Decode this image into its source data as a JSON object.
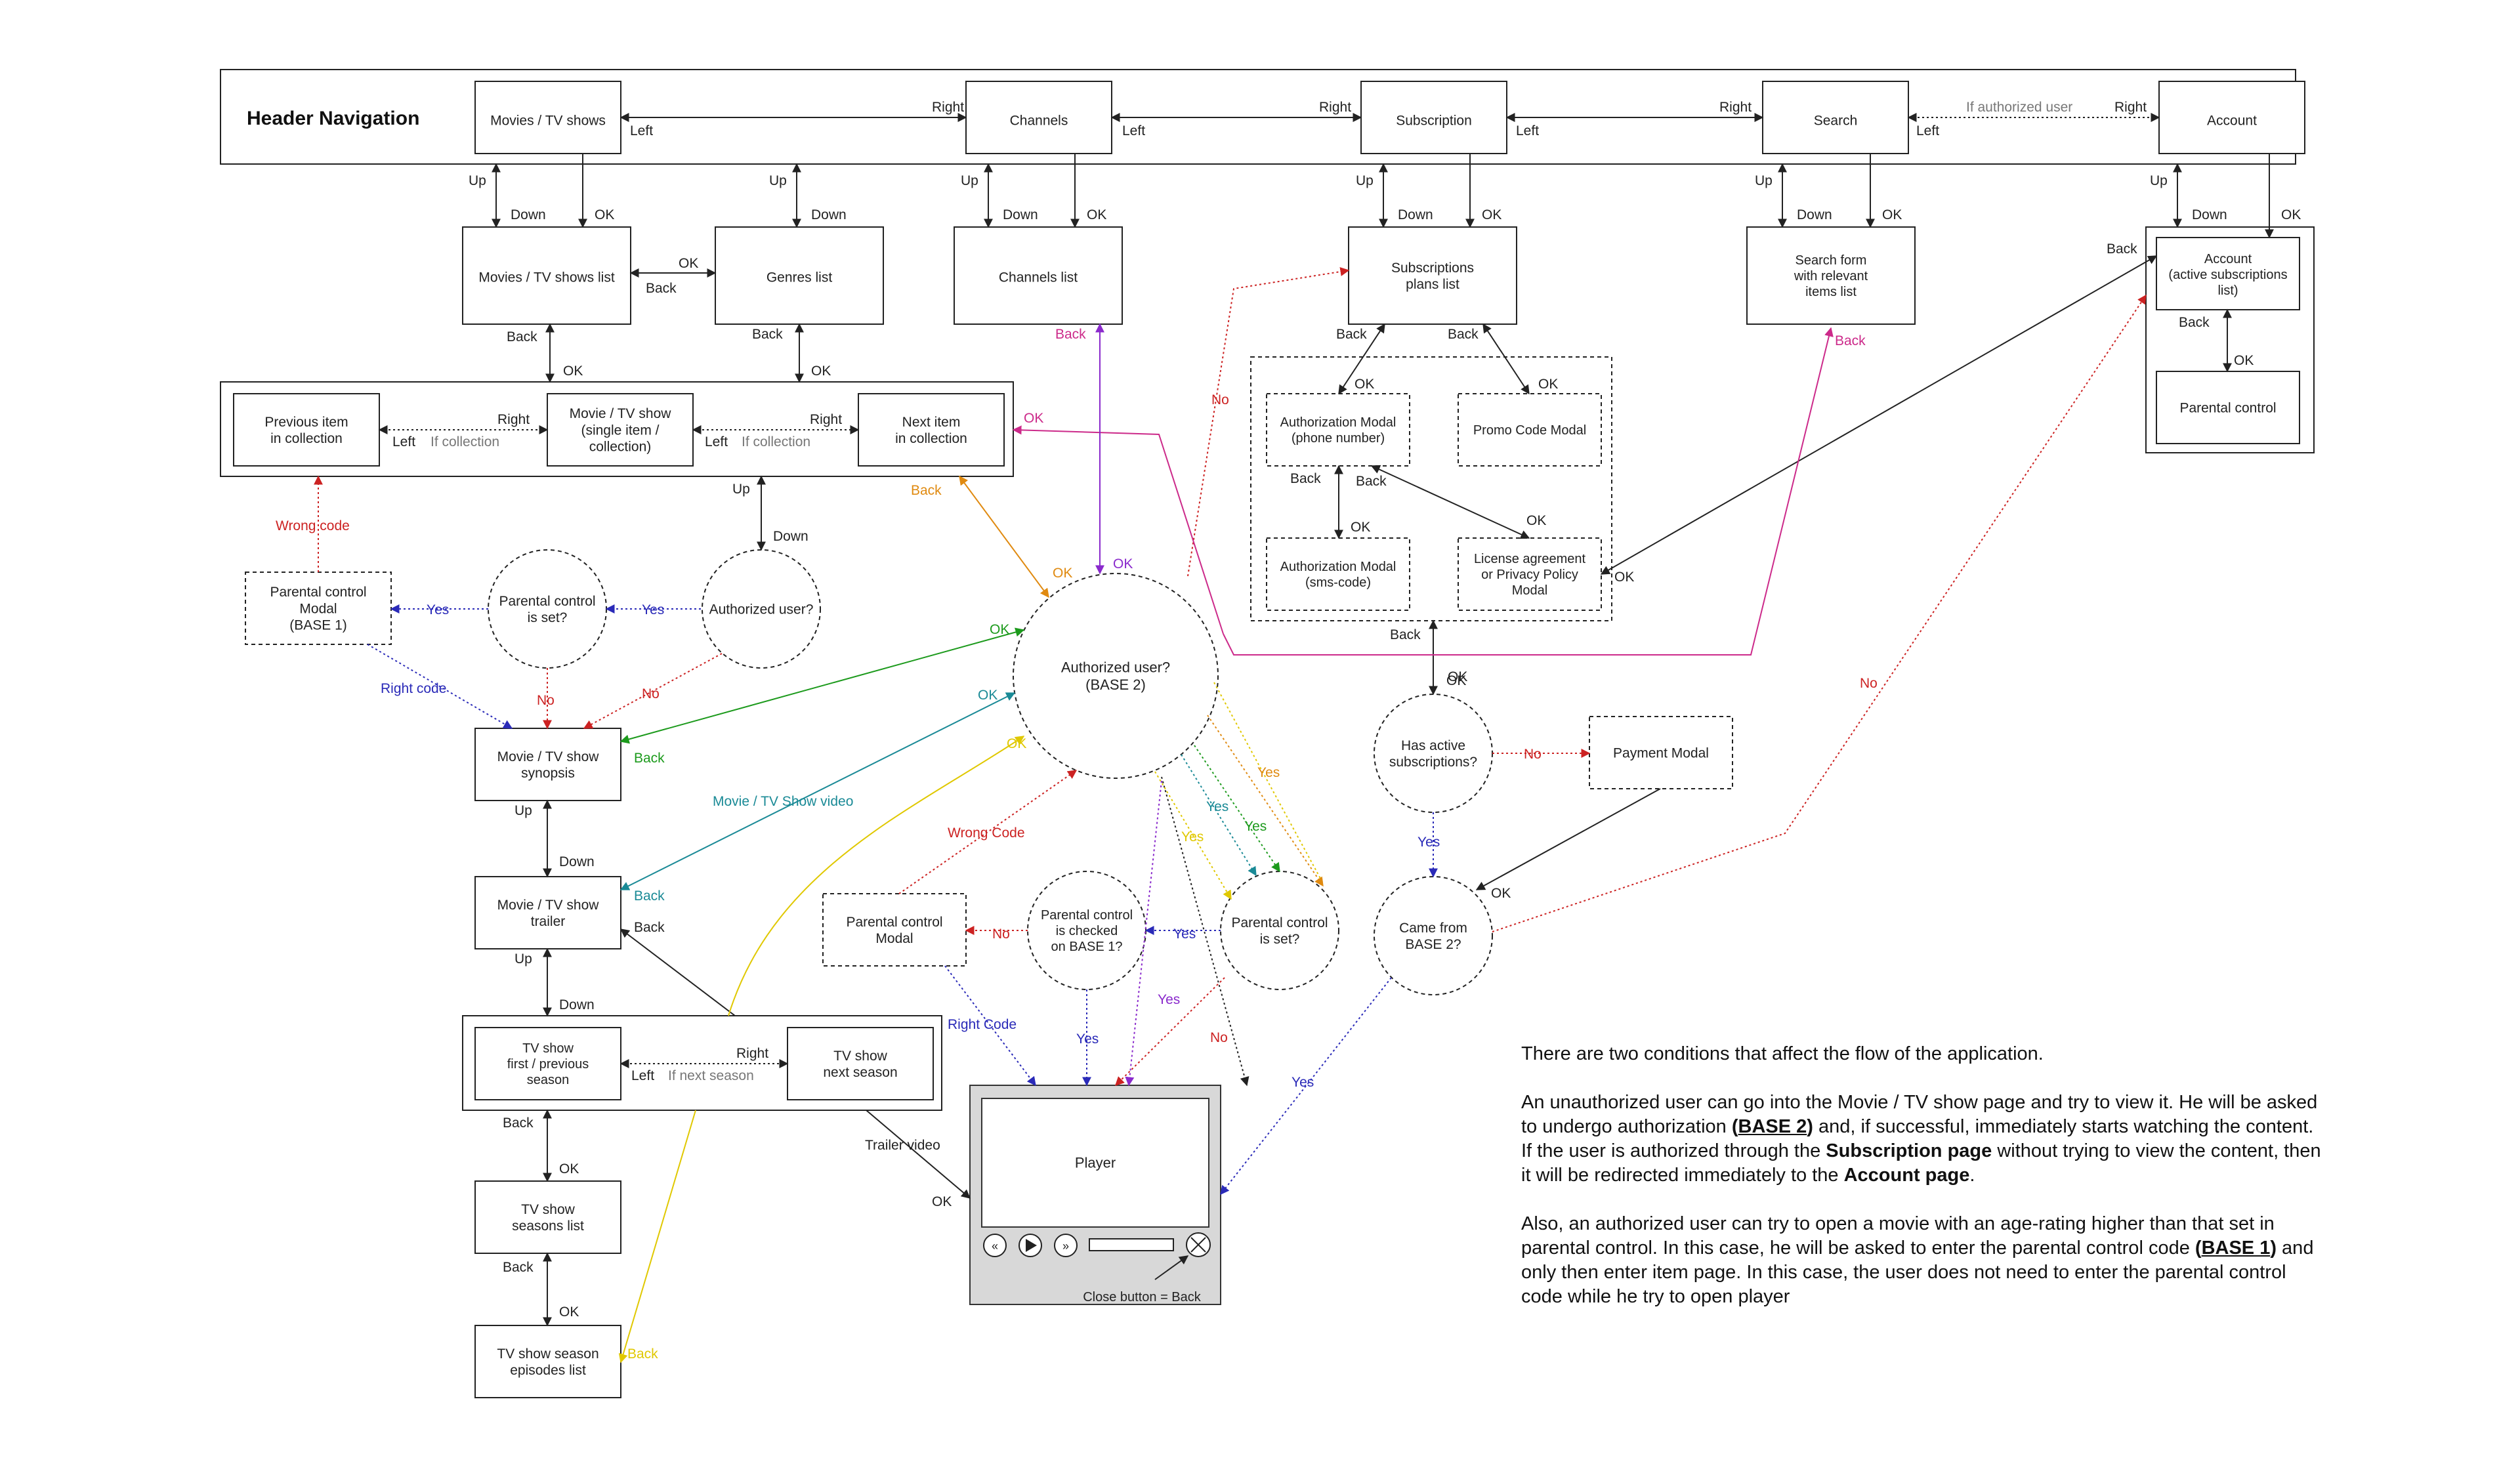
{
  "header": {
    "title": "Header Navigation"
  },
  "nodes": {
    "movies_tv_shows": "Movies / TV shows",
    "channels": "Channels",
    "subscription": "Subscription",
    "search": "Search",
    "account": "Account",
    "movies_list": "Movies / TV shows  list",
    "genres_list": "Genres list",
    "channels_list": "Channels list",
    "subscriptions_plans": [
      "Subscriptions",
      "plans list"
    ],
    "search_form": [
      "Search form",
      "with relevant",
      "items list"
    ],
    "account_active": [
      "Account",
      "(active subscriptions",
      "list)"
    ],
    "parental_control": "Parental control",
    "previous_item": [
      "Previous item",
      "in collection"
    ],
    "movie_single": [
      "Movie / TV show",
      "(single item /",
      "collection)"
    ],
    "next_item": [
      "Next item",
      "in collection"
    ],
    "parental_modal_base1": [
      "Parental control",
      "Modal",
      "(BASE 1)"
    ],
    "parental_set_1": [
      "Parental control",
      "is set?"
    ],
    "authorized_user_1": "Authorized user?",
    "authorized_user_base2": [
      "Authorized user?",
      "(BASE 2)"
    ],
    "auth_modal_phone": [
      "Authorization Modal",
      "(phone number)"
    ],
    "promo_code_modal": "Promo Code Modal",
    "auth_modal_sms": [
      "Authorization Modal",
      "(sms-code)"
    ],
    "license_modal": [
      "License agreement",
      "or Privacy Policy",
      "Modal"
    ],
    "has_active_subs": [
      "Has active",
      "subscriptions?"
    ],
    "payment_modal": "Payment Modal",
    "came_from_base2": [
      "Came from",
      "BASE 2?"
    ],
    "synopsis": [
      "Movie / TV show",
      "synopsis"
    ],
    "trailer": [
      "Movie / TV show",
      "trailer"
    ],
    "season_first_prev": [
      "TV show",
      "first / previous",
      "season"
    ],
    "season_next": [
      "TV show",
      "next season"
    ],
    "seasons_list": [
      "TV show",
      "seasons list"
    ],
    "episodes_list": [
      "TV show season",
      "episodes list"
    ],
    "parental_modal_2": [
      "Parental control",
      "Modal"
    ],
    "parental_checked_base1": [
      "Parental control",
      "is checked",
      "on BASE 1?"
    ],
    "parental_set_2": [
      "Parental control",
      "is set?"
    ],
    "player": "Player",
    "close_button": "Close button = Back"
  },
  "edge_labels": {
    "right": "Right",
    "left": "Left",
    "up": "Up",
    "down": "Down",
    "ok": "OK",
    "back": "Back",
    "yes": "Yes",
    "no": "No",
    "if_authorized_user": "If authorized user",
    "if_collection": "If collection",
    "if_next_season": "If next season",
    "wrong_code": "Wrong code",
    "wrong_code_2": "Wrong Code",
    "right_code": "Right code",
    "right_code_2": "Right Code",
    "movie_tv_show_video": "Movie / TV Show video",
    "trailer_video": "Trailer video"
  },
  "notes": {
    "p1": "There are two conditions that affect the flow of the application.",
    "p2a": "An unauthorized user can go into the Movie / TV show page and try to view it. He will be asked to undergo authorization ",
    "p2b": "BASE 2",
    "p2c": " and, if successful, immediately starts watching the content. If the user is authorized through the ",
    "p2d": "Subscription page",
    "p2e": " without trying to view the content, then it will be redirected immediately to the ",
    "p2f": "Account page",
    "p2g": ".",
    "p3a": "Also, an authorized user can try to open a movie with an age-rating higher than that set in parental control. In this case, he will be asked to enter the parental control code ",
    "p3b": "BASE 1",
    "p3c": " and only then enter item page. In this case, the user does not need to enter the parental control code while he try to open player"
  },
  "colors": {
    "line": "#222222",
    "red": "#cc2222",
    "blue": "#2a2ab8",
    "green": "#1c9a1c",
    "teal": "#1a8a96",
    "yellow": "#e0c800",
    "orange": "#e08a10",
    "magenta": "#cc2a8a",
    "purple": "#8a2acc",
    "player_fill": "#d8d8d8"
  }
}
